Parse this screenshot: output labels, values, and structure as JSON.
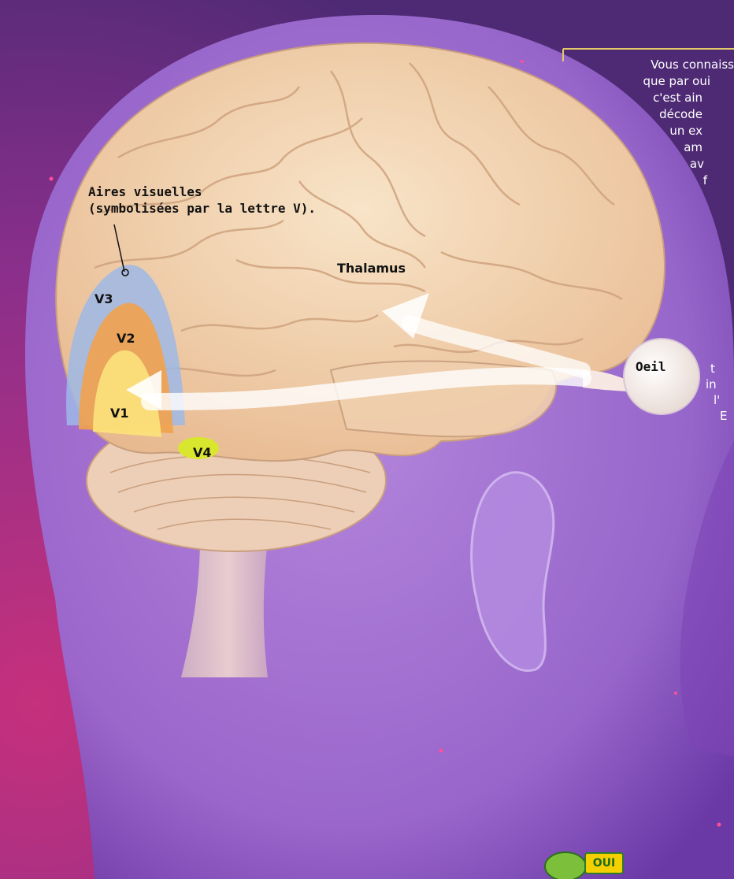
{
  "labels": {
    "aires_line1": "Aires visuelles",
    "aires_line2": "(symbolisées par la lettre V).",
    "thalamus": "Thalamus",
    "oeil": "Oeil",
    "v1": "V1",
    "v2": "V2",
    "v3": "V3",
    "v4": "V4"
  },
  "side_text_lines": [
    "Vous connaiss",
    "que par oui",
    "c'est ain",
    "décode",
    "un ex",
    "am",
    "av",
    "f"
  ],
  "side_text_lines_2": [
    "t",
    "in",
    "l'",
    "E"
  ],
  "badge": "OUI",
  "colors": {
    "background_magenta": "#c02a7a",
    "background_purple": "#6a2f86",
    "head_silhouette": "#9f6fd0",
    "brain": "#f3d8b8",
    "visual_v3": "#9db9e6",
    "visual_v2": "#f1a24c",
    "visual_v1": "#fbe07a",
    "visual_v4": "#d9e62e"
  }
}
